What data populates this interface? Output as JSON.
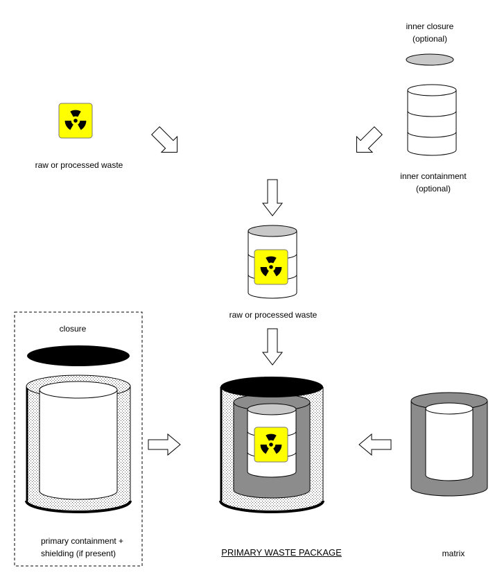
{
  "labels": {
    "inner_closure_1": "inner closure",
    "inner_closure_2": "(optional)",
    "raw_waste_top": "raw or processed waste",
    "inner_containment_1": "inner containment",
    "inner_containment_2": "(optional)",
    "raw_waste_mid": "raw or processed waste",
    "closure": "closure",
    "primary_containment_1": "primary containment +",
    "primary_containment_2": "shielding (if present)",
    "package_title": "PRIMARY WASTE PACKAGE",
    "matrix": "matrix"
  },
  "colors": {
    "radiation_yellow": "#ffff00",
    "matrix_gray": "#8c8c8c",
    "closure_gray": "#c8c8c8",
    "closure_black": "#000000"
  },
  "icons": [
    "radiation-symbol-icon",
    "arrow-icon"
  ]
}
